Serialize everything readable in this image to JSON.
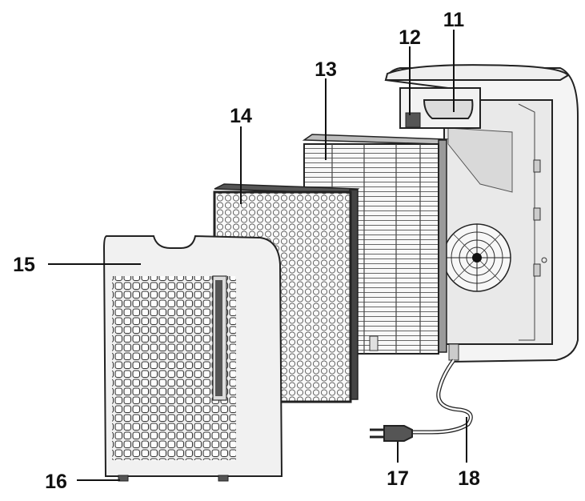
{
  "callouts": {
    "c11": "11",
    "c12": "12",
    "c13": "13",
    "c14": "14",
    "c15": "15",
    "c16": "16",
    "c17": "17",
    "c18": "18"
  },
  "colors": {
    "line": "#111111",
    "housing": "#f4f4f4",
    "panel_shade": "#e6e6e6",
    "filter_face": "#f7f7f7"
  }
}
